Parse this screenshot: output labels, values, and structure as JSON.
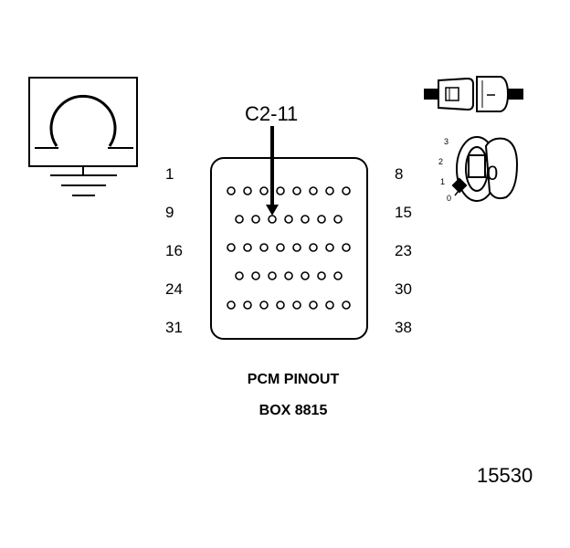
{
  "callout": {
    "label": "C2-11"
  },
  "pin_labels": {
    "left": [
      "1",
      "9",
      "16",
      "24",
      "31"
    ],
    "right": [
      "8",
      "15",
      "23",
      "30",
      "38"
    ]
  },
  "connector": {
    "rows": [
      {
        "first_pin": 1,
        "last_pin": 8,
        "count": 8
      },
      {
        "first_pin": 9,
        "last_pin": 15,
        "count": 7
      },
      {
        "first_pin": 16,
        "last_pin": 23,
        "count": 8
      },
      {
        "first_pin": 24,
        "last_pin": 30,
        "count": 7
      },
      {
        "first_pin": 31,
        "last_pin": 38,
        "count": 8
      }
    ],
    "highlighted_pin": 11
  },
  "ignition_switch": {
    "key_symbol": "0",
    "positions": [
      "3",
      "2",
      "1",
      "0"
    ]
  },
  "caption": {
    "line1": "PCM PINOUT",
    "line2": "BOX 8815"
  },
  "figure_number": "15530",
  "icons": [
    "ohmmeter-ground-icon",
    "connector-plug-icon",
    "ignition-key-switch-icon"
  ]
}
